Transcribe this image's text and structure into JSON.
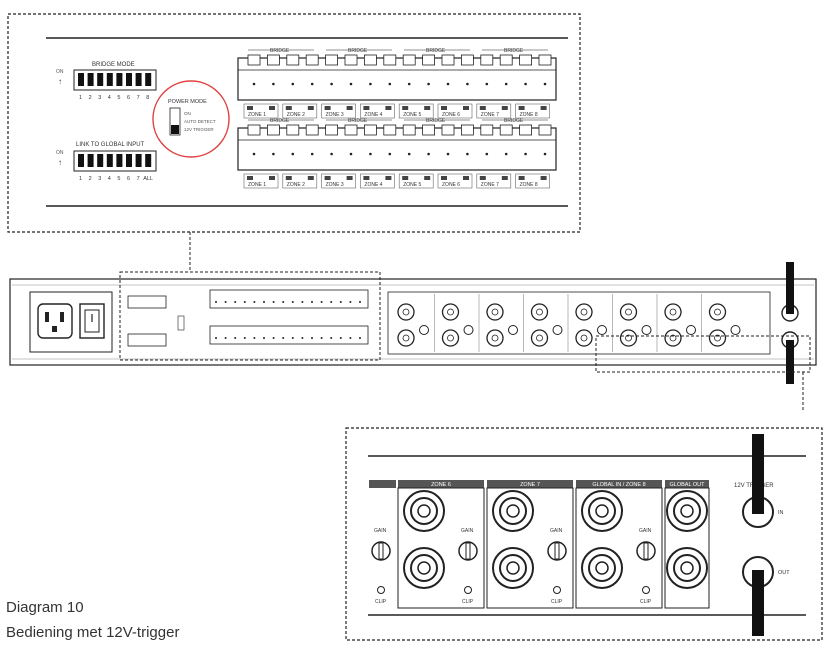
{
  "top_panel": {
    "bridge_mode_label": "BRIDGE MODE",
    "on_label": "ON",
    "bridge_numbers": [
      "1",
      "2",
      "3",
      "4",
      "5",
      "6",
      "7",
      "8"
    ],
    "power_mode": {
      "title": "POWER MODE",
      "options": [
        "ON",
        "AUTO DETECT",
        "12V TRIGGER"
      ]
    },
    "link_label": "LINK TO GLOBAL INPUT",
    "link_numbers": [
      "1",
      "2",
      "3",
      "4",
      "5",
      "6",
      "7",
      "ALL"
    ],
    "bridge_word": "BRIDGE",
    "zones_row1": [
      "ZONE 1",
      "ZONE 2",
      "ZONE 3",
      "ZONE 4",
      "ZONE 5",
      "ZONE 6",
      "ZONE 7",
      "ZONE 8"
    ],
    "zones_row2": [
      "ZONE 1",
      "ZONE 2",
      "ZONE 3",
      "ZONE 4",
      "ZONE 5",
      "ZONE 6",
      "ZONE 7",
      "ZONE 8"
    ]
  },
  "bottom_panel": {
    "sections": [
      "ZONE 6",
      "ZONE 7",
      "GLOBAL IN / ZONE 8",
      "GLOBAL OUT"
    ],
    "gain_label": "GAIN",
    "clip_label": "CLIP",
    "trigger_label": "12V TRIGGER",
    "in_label": "IN",
    "out_label": "OUT"
  },
  "caption": {
    "line1": "Diagram 10",
    "line2": "Bediening met 12V-trigger"
  },
  "colors": {
    "line": "#222222",
    "accent": "#e04040",
    "grey": "#888888"
  }
}
